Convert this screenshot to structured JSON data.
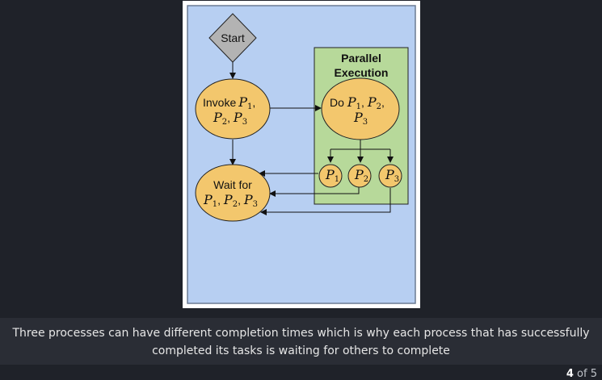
{
  "diagram": {
    "start": "Start",
    "group_title_line1": "Parallel",
    "group_title_line2": "Execution",
    "invoke_text": "Invoke",
    "do_text": "Do",
    "wait_text": "Wait for",
    "process_var": "P",
    "process_1": "1",
    "process_2": "2",
    "process_3": "3"
  },
  "caption": "Three processes can have different completion times which is why each process that has successfully completed its tasks is waiting for others to complete",
  "pager": {
    "current": "4",
    "separator": "of",
    "total": "5"
  },
  "colors": {
    "page_background": "#1f2229",
    "caption_background": "#2a2d35",
    "canvas_background": "#b7cff2",
    "node_fill": "#f3c76d",
    "group_fill": "#b7d99a",
    "start_fill": "#b3b3b3"
  }
}
